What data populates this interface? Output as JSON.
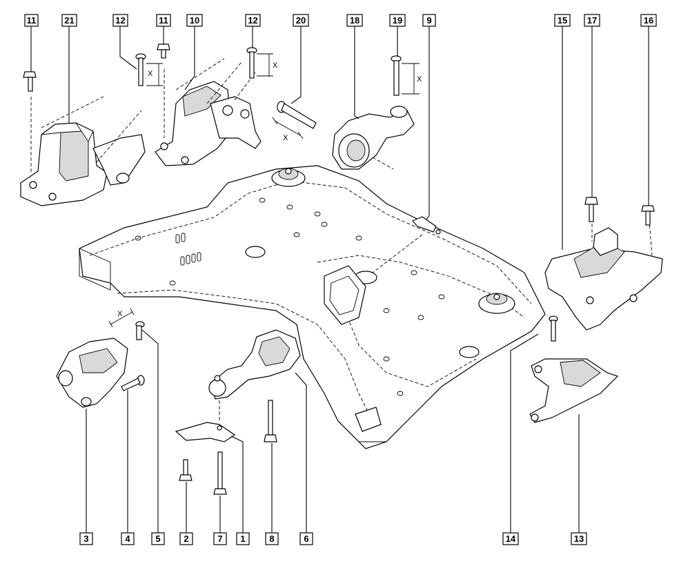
{
  "callouts": [
    {
      "id": "c11a",
      "text": "11"
    },
    {
      "id": "c21",
      "text": "21"
    },
    {
      "id": "c12a",
      "text": "12"
    },
    {
      "id": "c11b",
      "text": "11"
    },
    {
      "id": "c10",
      "text": "10"
    },
    {
      "id": "c12b",
      "text": "12"
    },
    {
      "id": "c20",
      "text": "20"
    },
    {
      "id": "c18",
      "text": "18"
    },
    {
      "id": "c19",
      "text": "19"
    },
    {
      "id": "c9",
      "text": "9"
    },
    {
      "id": "c15",
      "text": "15"
    },
    {
      "id": "c17",
      "text": "17"
    },
    {
      "id": "c16",
      "text": "16"
    },
    {
      "id": "c3",
      "text": "3"
    },
    {
      "id": "c4",
      "text": "4"
    },
    {
      "id": "c5",
      "text": "5"
    },
    {
      "id": "c2",
      "text": "2"
    },
    {
      "id": "c7",
      "text": "7"
    },
    {
      "id": "c1",
      "text": "1"
    },
    {
      "id": "c8",
      "text": "8"
    },
    {
      "id": "c6",
      "text": "6"
    },
    {
      "id": "c14",
      "text": "14"
    },
    {
      "id": "c13",
      "text": "13"
    }
  ],
  "dimension_marks": {
    "x12a": "X",
    "x12b": "X",
    "x20": "X",
    "x19": "X",
    "x5": "X"
  }
}
